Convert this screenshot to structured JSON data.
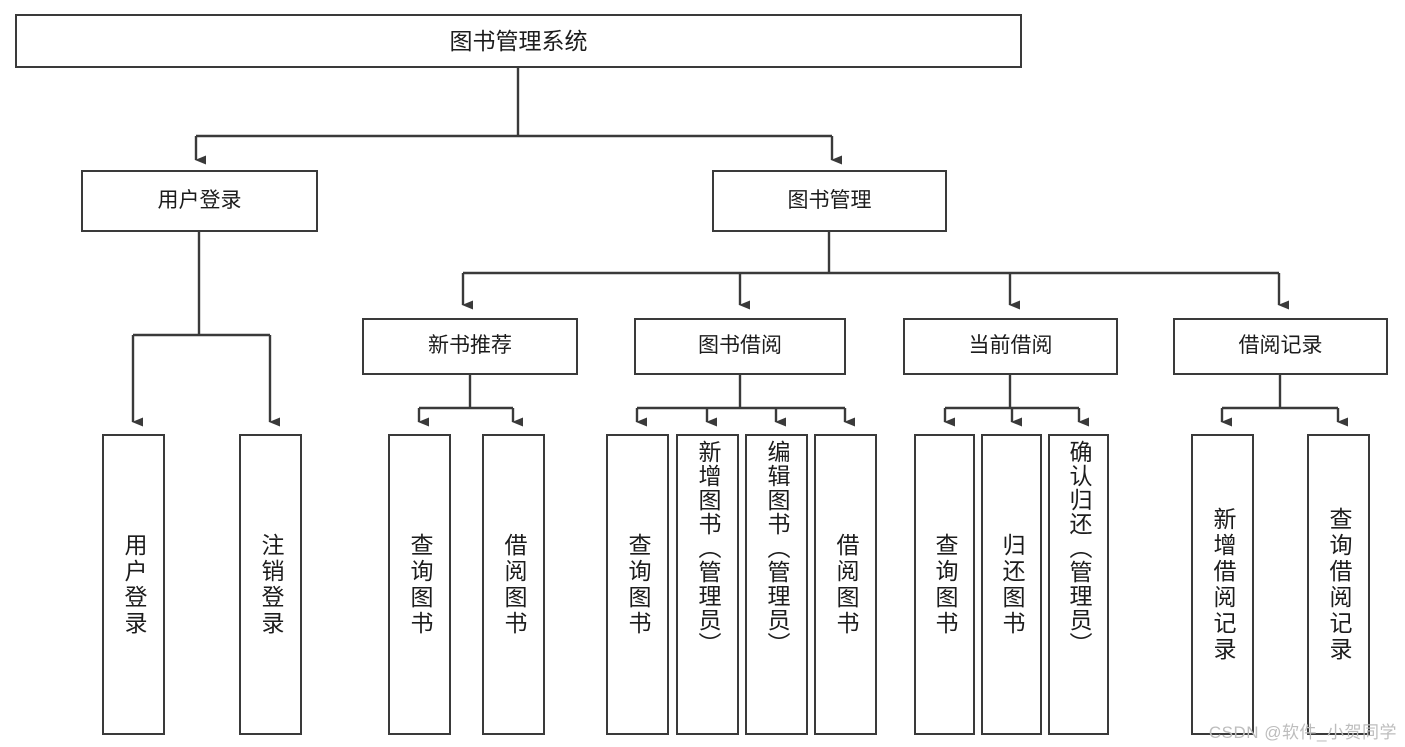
{
  "diagram": {
    "title": "图书管理系统",
    "type": "功能结构图",
    "root": {
      "label": "图书管理系统"
    },
    "level1": [
      {
        "label": "用户登录"
      },
      {
        "label": "图书管理"
      }
    ],
    "level2": [
      {
        "label": "新书推荐"
      },
      {
        "label": "图书借阅"
      },
      {
        "label": "当前借阅"
      },
      {
        "label": "借阅记录"
      }
    ],
    "leaves": {
      "user_login": [
        {
          "label": "用户登录"
        },
        {
          "label": "注销登录"
        }
      ],
      "new_book_recommend": [
        {
          "label": "查询图书"
        },
        {
          "label": "借阅图书"
        }
      ],
      "book_borrow": [
        {
          "label": "查询图书"
        },
        {
          "label": "新增图书（管理员）"
        },
        {
          "label": "编辑图书（管理员）"
        },
        {
          "label": "借阅图书"
        }
      ],
      "current_borrow": [
        {
          "label": "查询图书"
        },
        {
          "label": "归还图书"
        },
        {
          "label": "确认归还（管理员）"
        }
      ],
      "borrow_record": [
        {
          "label": "新增借阅记录"
        },
        {
          "label": "查询借阅记录"
        }
      ]
    }
  },
  "watermark": {
    "text": "CSDN @软件_小贺同学"
  },
  "colors": {
    "border": "#3a3a3a",
    "text": "#1c1c1c",
    "background": "#ffffff",
    "watermark": "#bdbdbd"
  }
}
